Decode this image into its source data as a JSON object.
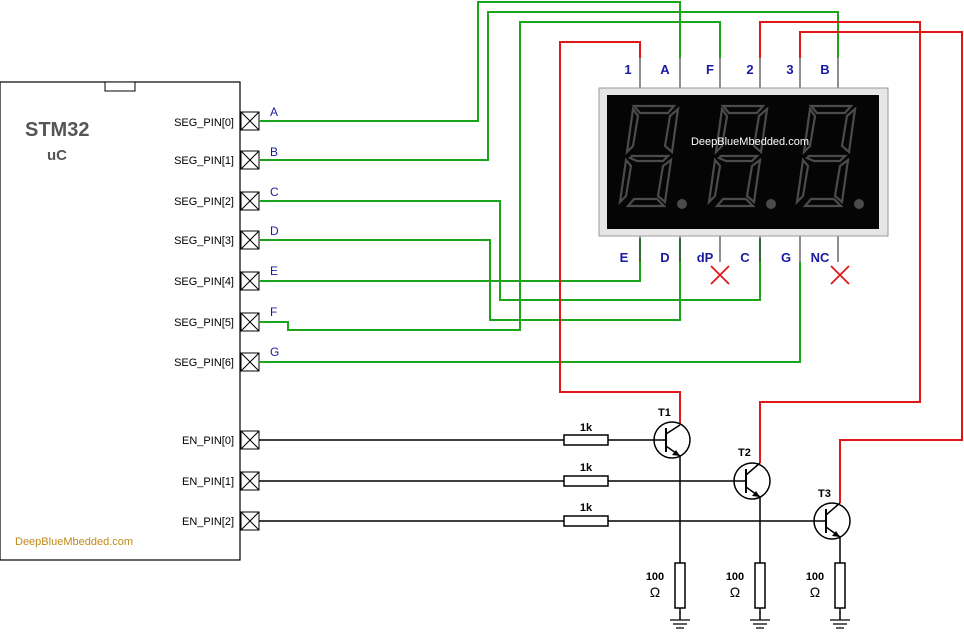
{
  "mcu": {
    "title": "STM32",
    "subtitle": "uC",
    "brand": "DeepBlueMbedded.com",
    "seg_pins": [
      {
        "pin": "SEG_PIN[0]",
        "signal": "A"
      },
      {
        "pin": "SEG_PIN[1]",
        "signal": "B"
      },
      {
        "pin": "SEG_PIN[2]",
        "signal": "C"
      },
      {
        "pin": "SEG_PIN[3]",
        "signal": "D"
      },
      {
        "pin": "SEG_PIN[4]",
        "signal": "E"
      },
      {
        "pin": "SEG_PIN[5]",
        "signal": "F"
      },
      {
        "pin": "SEG_PIN[6]",
        "signal": "G"
      }
    ],
    "en_pins": [
      "EN_PIN[0]",
      "EN_PIN[1]",
      "EN_PIN[2]"
    ]
  },
  "display": {
    "watermark": "DeepBlueMbedded.com",
    "top_pins": [
      "1",
      "A",
      "F",
      "2",
      "3",
      "B"
    ],
    "bottom_pins": [
      "E",
      "D",
      "dP",
      "C",
      "G",
      "NC"
    ],
    "digit_color": "#4b4b4b"
  },
  "drivers": {
    "resistors": [
      "1k",
      "1k",
      "1k"
    ],
    "transistors": [
      "T1",
      "T2",
      "T3"
    ],
    "load_value": "100",
    "load_unit": "Ω"
  },
  "colors": {
    "segment_wire": "#1aa51a",
    "enable_wire": "#e01818",
    "label": "#1a1aa0"
  }
}
